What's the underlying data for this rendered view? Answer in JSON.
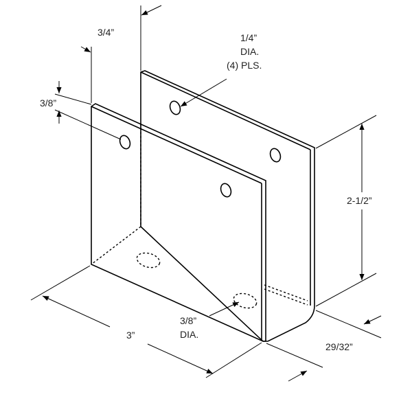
{
  "title": "U-bracket dimension drawing",
  "labels": {
    "width_offset": "3/4”",
    "hole_dia_line1": "1/4”",
    "hole_dia_line2": "DIA.",
    "hole_dia_line3": "(4) PLS.",
    "hole_offset": "3/8”",
    "height": "2-1/2”",
    "bottom_hole_line1": "3/8”",
    "bottom_hole_line2": "DIA.",
    "length": "3”",
    "depth": "29/32”"
  }
}
